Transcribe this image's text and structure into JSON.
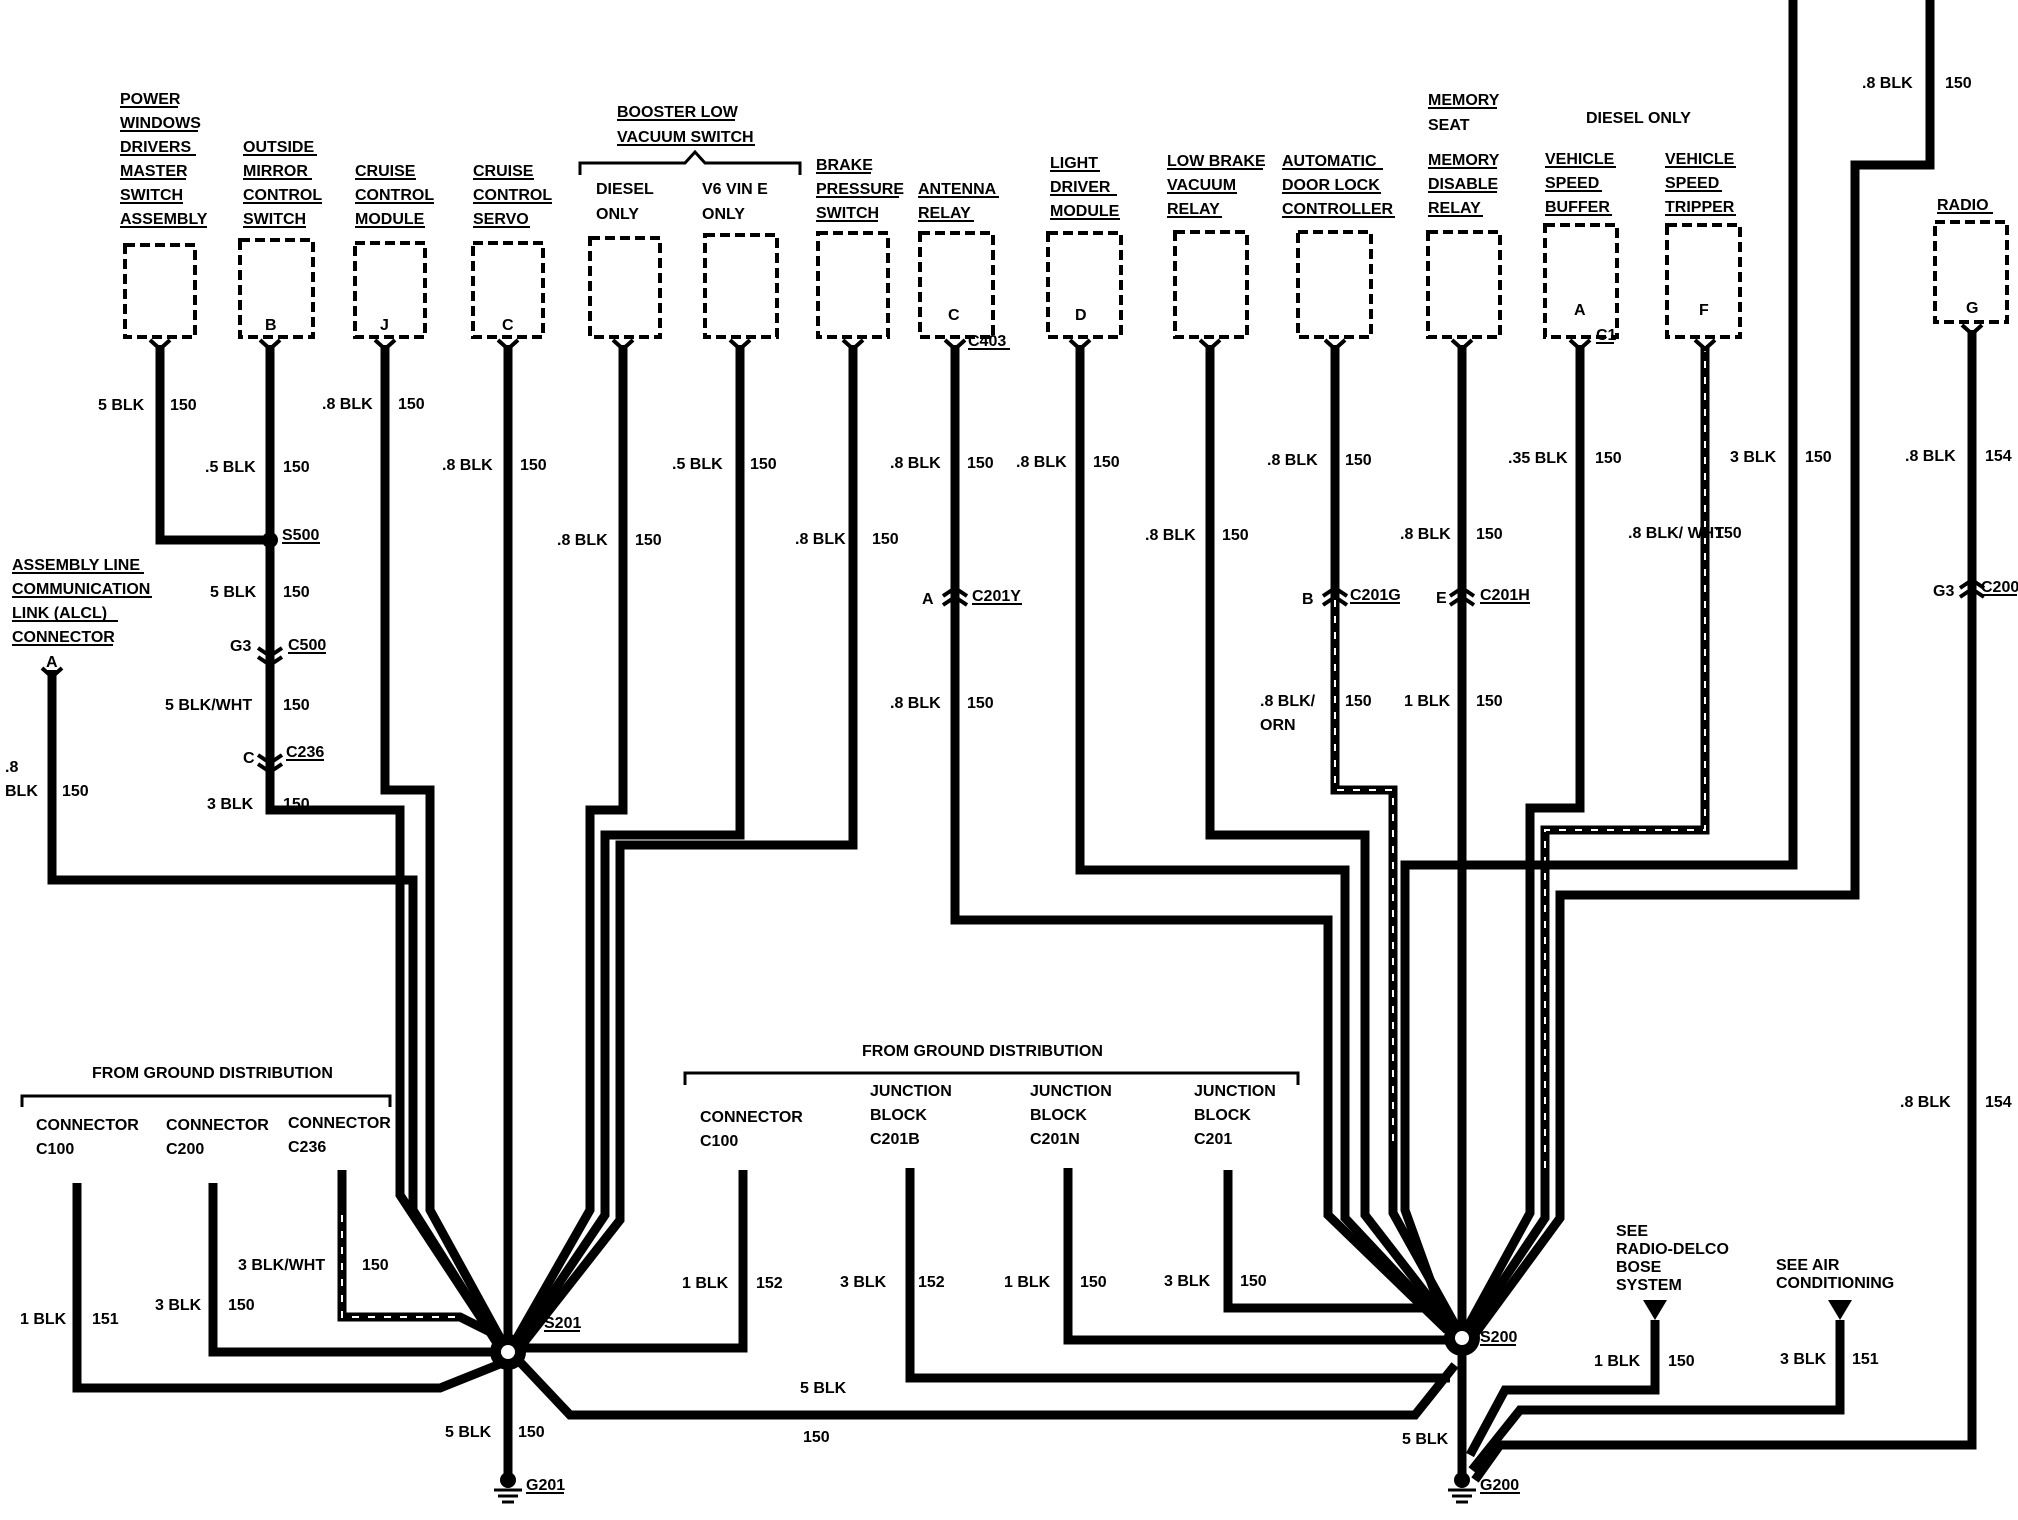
{
  "components": [
    {
      "name": "POWER WINDOWS DRIVERS MASTER SWITCH ASSEMBLY",
      "lines": [
        "POWER",
        "WINDOWS",
        "DRIVERS",
        "MASTER",
        "SWITCH",
        "ASSEMBLY"
      ],
      "pin": "",
      "wire_size": "5 BLK",
      "circuit": "150"
    },
    {
      "name": "OUTSIDE MIRROR CONTROL SWITCH",
      "lines": [
        "OUTSIDE",
        "MIRROR",
        "CONTROL",
        "SWITCH"
      ],
      "pin": "B",
      "wire_size": ".5 BLK",
      "circuit": "150"
    },
    {
      "name": "CRUISE CONTROL MODULE",
      "lines": [
        "CRUISE",
        "CONTROL",
        "MODULE"
      ],
      "pin": "J",
      "wire_size": ".8 BLK",
      "circuit": "150"
    },
    {
      "name": "CRUISE CONTROL SERVO",
      "lines": [
        "CRUISE",
        "CONTROL",
        "SERVO"
      ],
      "pin": "C",
      "wire_size": ".8 BLK",
      "circuit": "150"
    },
    {
      "name": "DIESEL ONLY",
      "lines": [
        "DIESEL",
        "ONLY"
      ],
      "pin": "",
      "wire_size": ".8 BLK",
      "circuit": "150"
    },
    {
      "name": "V6 VIN E ONLY",
      "lines": [
        "V6 VIN E",
        "ONLY"
      ],
      "pin": "",
      "wire_size": ".5 BLK",
      "circuit": "150"
    },
    {
      "name": "BRAKE PRESSURE SWITCH",
      "lines": [
        "BRAKE",
        "PRESSURE",
        "SWITCH"
      ],
      "pin": "",
      "wire_size": ".8 BLK",
      "circuit": "150"
    },
    {
      "name": "ANTENNA RELAY",
      "lines": [
        "ANTENNA",
        "RELAY"
      ],
      "pin": "C",
      "connector": "C403",
      "wire_size": ".8 BLK",
      "circuit": "150"
    },
    {
      "name": "LIGHT DRIVER MODULE",
      "lines": [
        "LIGHT",
        "DRIVER",
        "MODULE"
      ],
      "pin": "D",
      "wire_size": ".8 BLK",
      "circuit": "150"
    },
    {
      "name": "LOW BRAKE VACUUM RELAY",
      "lines": [
        "LOW BRAKE",
        "VACUUM",
        "RELAY"
      ],
      "pin": "",
      "wire_size": ".8 BLK",
      "circuit": "150"
    },
    {
      "name": "AUTOMATIC DOOR LOCK CONTROLLER",
      "lines": [
        "AUTOMATIC",
        "DOOR LOCK",
        "CONTROLLER"
      ],
      "pin": "",
      "wire_size": ".8 BLK",
      "circuit": "150"
    },
    {
      "name": "MEMORY DISABLE RELAY",
      "lines": [
        "MEMORY",
        "DISABLE",
        "RELAY"
      ],
      "pin": "",
      "wire_size": ".8 BLK",
      "circuit": "150"
    },
    {
      "name": "VEHICLE SPEED BUFFER",
      "lines": [
        "VEHICLE",
        "SPEED",
        "BUFFER"
      ],
      "pin": "A",
      "connector": "C1",
      "wire_size": ".35 BLK",
      "circuit": "150"
    },
    {
      "name": "VEHICLE SPEED TRIPPER",
      "lines": [
        "VEHICLE",
        "SPEED",
        "TRIPPER"
      ],
      "pin": "F",
      "wire_size": ".8 BLK/ WHT",
      "circuit": "150"
    },
    {
      "name": "RADIO",
      "lines": [
        "RADIO"
      ],
      "pin": "G",
      "wire_size": ".8 BLK",
      "circuit": "154"
    }
  ],
  "group_labels": {
    "booster": "BOOSTER LOW VACUUM SWITCH",
    "booster_lines": [
      "BOOSTER LOW",
      "VACUUM SWITCH"
    ],
    "memory_seat_lines": [
      "MEMORY",
      "SEAT"
    ],
    "diesel_only": "DIESEL ONLY"
  },
  "alcl": {
    "lines": [
      "ASSEMBLY LINE",
      "COMMUNICATION",
      "LINK (ALCL)",
      "CONNECTOR"
    ],
    "pin": "A",
    "wire_size_lines": [
      ".8",
      "BLK"
    ],
    "circuit": "150"
  },
  "wire_labels": {
    "s500_out_size": "5 BLK",
    "s500_out_circuit": "150",
    "c500_pin": "G3",
    "c500_out_size": "5 BLK/WHT",
    "c500_out_circuit": "150",
    "c236_pin": "C",
    "c236_out_size": "3 BLK",
    "c236_out_circuit": "150",
    "diesel_size": ".8 BLK",
    "diesel_circuit": "150",
    "brake_size": ".8 BLK",
    "brake_circuit": "150",
    "antenna_lower_size": ".8 BLK",
    "antenna_lower_circuit": "150",
    "c201y_pin": "A",
    "lowbrake_size": ".8 BLK",
    "lowbrake_circuit": "150",
    "c201g_pin": "B",
    "doorlock_lower_size_lines": [
      ".8 BLK/",
      "ORN"
    ],
    "doorlock_lower_circuit": "150",
    "memory_mid_size": ".8 BLK",
    "memory_mid_circuit": "150",
    "c201h_pin": "E",
    "memory_lower_size": "1 BLK",
    "memory_lower_circuit": "150",
    "radio_pin_c200": "G3",
    "top_wire_size": ".8 BLK",
    "top_wire_circuit": "150",
    "mid_right_size": "3 BLK",
    "mid_right_circuit": "150",
    "radio_lower_size": ".8 BLK",
    "radio_lower_circuit": "154"
  },
  "connectors": {
    "s500": "S500",
    "c500": "C500",
    "c236": "C236",
    "c201y": "C201Y",
    "c201g": "C201G",
    "c201h": "C201H",
    "c200": "C200",
    "c403": "C403",
    "c1": "C1"
  },
  "left_group": {
    "header": "FROM GROUND DISTRIBUTION",
    "items": [
      {
        "lines": [
          "CONNECTOR",
          "C100"
        ],
        "wire_size": "1 BLK",
        "circuit": "151"
      },
      {
        "lines": [
          "CONNECTOR",
          "C200"
        ],
        "wire_size": "3 BLK",
        "circuit": "150"
      },
      {
        "lines": [
          "CONNECTOR",
          "C236"
        ],
        "wire_size": "3 BLK/WHT",
        "circuit": "150"
      }
    ]
  },
  "right_group": {
    "header": "FROM GROUND DISTRIBUTION",
    "items": [
      {
        "lines": [
          "CONNECTOR",
          "C100"
        ],
        "wire_size": "1 BLK",
        "circuit": "152"
      },
      {
        "lines": [
          "JUNCTION",
          "BLOCK",
          "C201B"
        ],
        "wire_size": "3 BLK",
        "circuit": "152"
      },
      {
        "lines": [
          "JUNCTION",
          "BLOCK",
          "C201N"
        ],
        "wire_size": "1 BLK",
        "circuit": "150"
      },
      {
        "lines": [
          "JUNCTION",
          "BLOCK",
          "C201"
        ],
        "wire_size": "3 BLK",
        "circuit": "150"
      }
    ]
  },
  "splices": {
    "s201": "S201",
    "s200": "S200"
  },
  "grounds": {
    "g201": "G201",
    "g201_size": "5 BLK",
    "g201_circuit": "150",
    "g200": "G200",
    "g200_size": "5 BLK"
  },
  "link_wire": {
    "size": "5 BLK",
    "circuit": "150"
  },
  "see_refs": [
    {
      "lines": [
        "SEE",
        "RADIO-DELCO",
        "BOSE",
        "SYSTEM"
      ],
      "wire_size": "1 BLK",
      "circuit": "150"
    },
    {
      "lines": [
        "SEE AIR",
        "CONDITIONING"
      ],
      "wire_size": "3 BLK",
      "circuit": "151"
    }
  ]
}
